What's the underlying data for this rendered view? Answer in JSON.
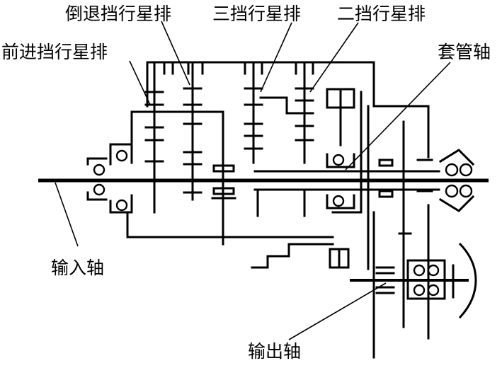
{
  "labels": {
    "reverse_planetary": "倒退挡行星排",
    "third_planetary": "三挡行星排",
    "second_planetary": "二挡行星排",
    "forward_planetary": "前进挡行星排",
    "sleeve_shaft": "套管轴",
    "input_shaft": "输入轴",
    "output_shaft": "输出轴"
  }
}
